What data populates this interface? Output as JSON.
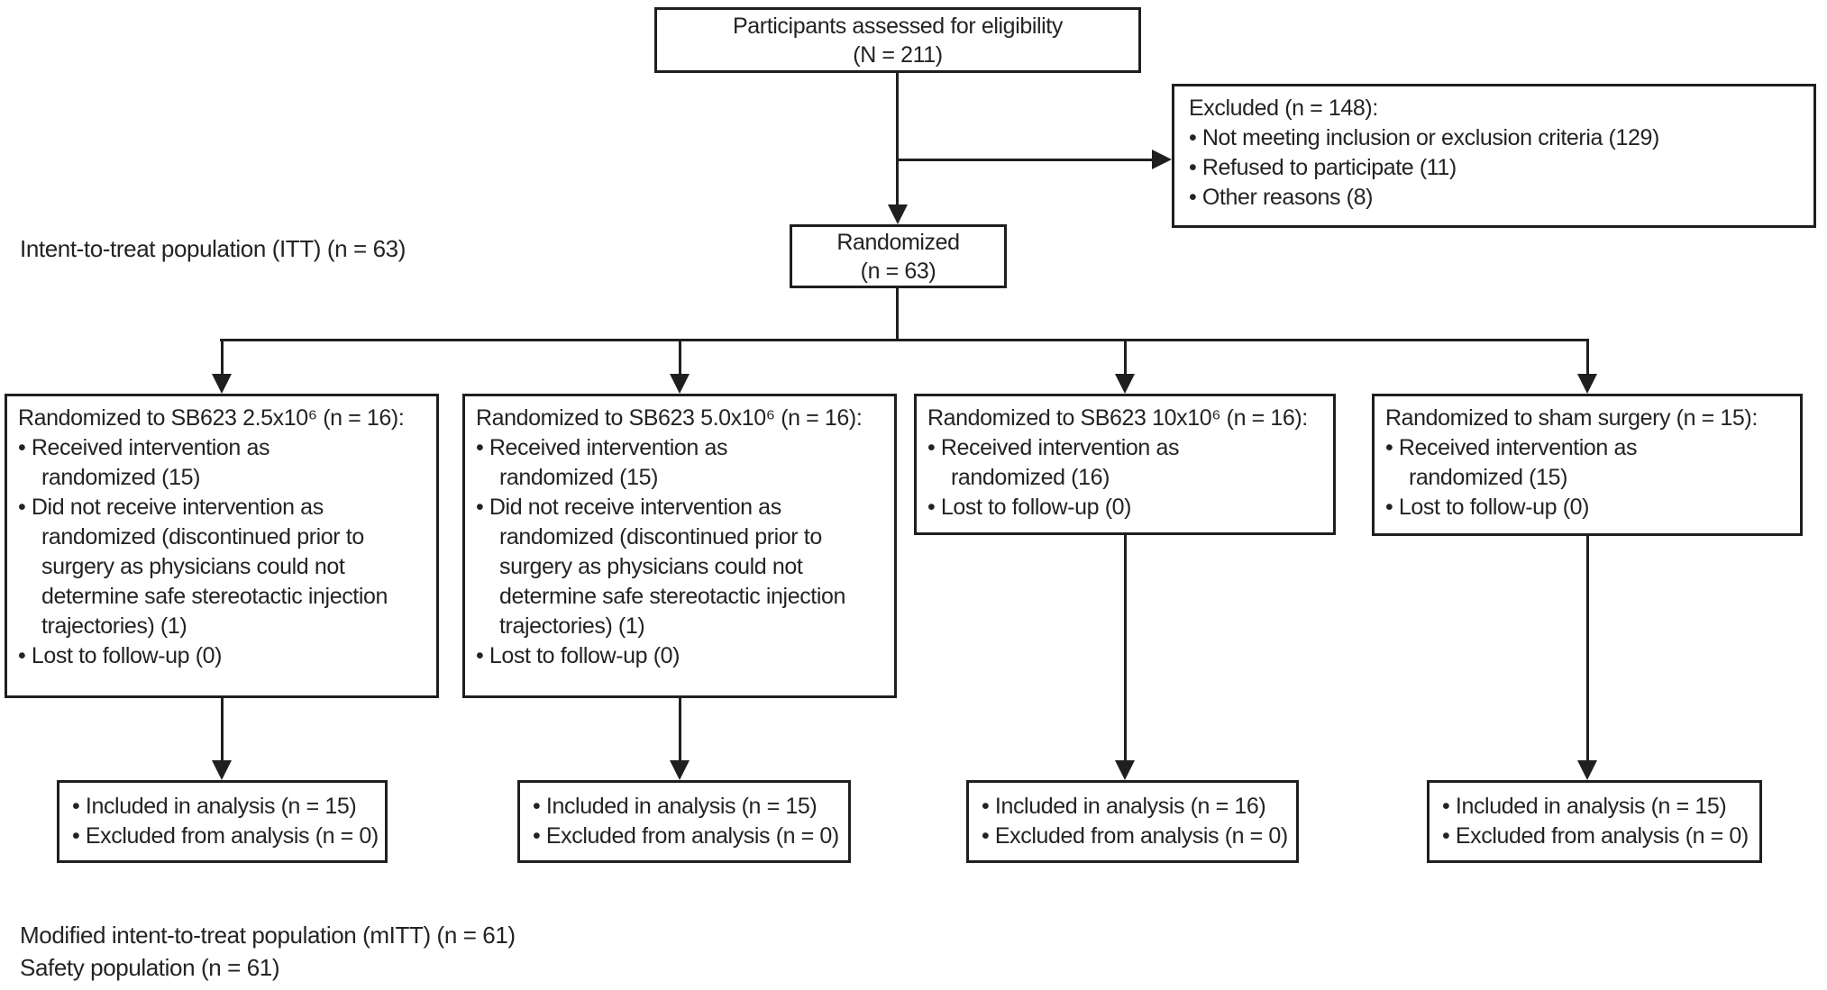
{
  "diagram": {
    "top_box": {
      "line1": "Participants assessed for eligibility",
      "line2": "(N = 211)"
    },
    "excluded_box": {
      "title": "Excluded (n = 148):",
      "items": [
        "• Not meeting inclusion or exclusion criteria (129)",
        "• Refused to participate (11)",
        "• Other reasons (8)"
      ]
    },
    "itt_label": "Intent-to-treat population (ITT) (n = 63)",
    "randomized_box": {
      "line1": "Randomized",
      "line2": "(n = 63)"
    },
    "arms": [
      {
        "title": "Randomized to SB623 2.5x10⁶ (n = 16):",
        "items": [
          "• Received intervention as\nrandomized (15)",
          "• Did not receive intervention as\nrandomized (discontinued prior to\nsurgery as physicians could not\ndetermine safe stereotactic injection\ntrajectories) (1)",
          "• Lost to follow-up (0)"
        ],
        "analysis": [
          "• Included in analysis (n = 15)",
          "• Excluded from analysis (n = 0)"
        ]
      },
      {
        "title": "Randomized to SB623 5.0x10⁶ (n = 16):",
        "items": [
          "• Received intervention as\nrandomized (15)",
          "• Did not receive intervention as\nrandomized (discontinued prior to\nsurgery as physicians could not\ndetermine safe stereotactic injection\ntrajectories) (1)",
          "• Lost to follow-up (0)"
        ],
        "analysis": [
          "• Included in analysis (n = 15)",
          "• Excluded from analysis (n = 0)"
        ]
      },
      {
        "title": "Randomized to SB623 10x10⁶ (n = 16):",
        "items": [
          "• Received intervention as\nrandomized (16)",
          "• Lost to follow-up (0)"
        ],
        "analysis": [
          "• Included in analysis (n = 16)",
          "• Excluded from analysis (n = 0)"
        ]
      },
      {
        "title": "Randomized to sham surgery (n = 15):",
        "items": [
          "• Received intervention as\nrandomized (15)",
          "• Lost to follow-up (0)"
        ],
        "analysis": [
          "• Included in analysis (n = 15)",
          "• Excluded from analysis (n = 0)"
        ]
      }
    ],
    "mitt_label": "Modified intent-to-treat population (mITT) (n = 61)",
    "safety_label": "Safety population (n = 61)"
  },
  "colors": {
    "line": "#1f1f1f",
    "text": "#232323",
    "background": "#ffffff"
  }
}
